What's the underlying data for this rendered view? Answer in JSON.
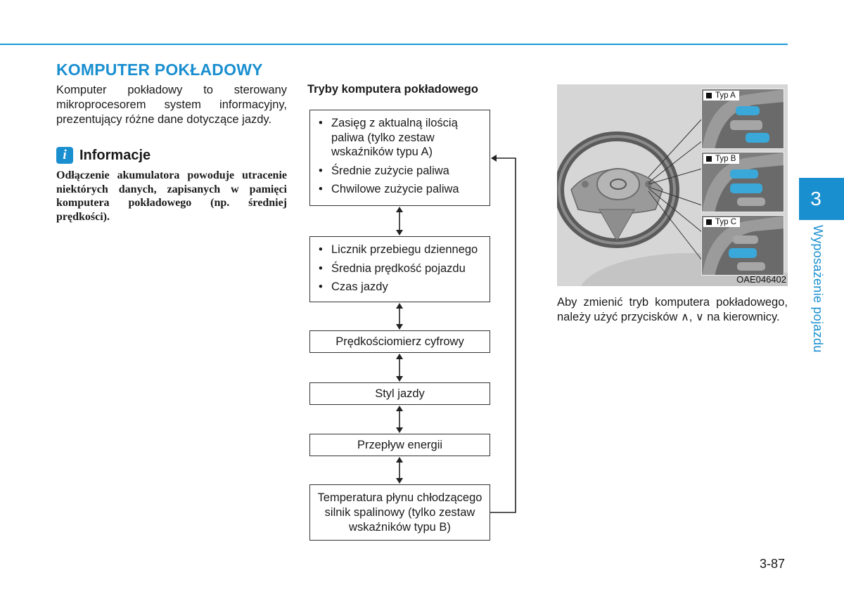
{
  "section": {
    "title": "KOMPUTER POKŁADOWY",
    "intro": "Komputer pokładowy to sterowany mikroprocesorem system informacyjny, prezentujący różne dane dotyczące jazdy."
  },
  "info": {
    "icon": "info-icon",
    "icon_glyph": "i",
    "title": "Informacje",
    "body": "Odłączenie akumulatora powoduje utracenie niektórych danych, zapisanych w pamięci komputera pokładowego (np. średniej prędkości)."
  },
  "flowchart": {
    "title": "Tryby komputera pokładowego",
    "box1": [
      "Zasięg z aktualną ilością paliwa (tylko zestaw wskaźników typu A)",
      "Średnie zużycie paliwa",
      "Chwilowe zużycie paliwa"
    ],
    "box2": [
      "Licznik przebiegu dziennego",
      "Średnia prędkość pojazdu",
      "Czas jazdy"
    ],
    "box3": "Prędkościomierz cyfrowy",
    "box4": "Styl jazdy",
    "box5": "Przepływ energii",
    "box6": "Temperatura płynu chłodzącego silnik spalinowy (tylko zestaw wskaźników typu B)"
  },
  "figure": {
    "callouts": [
      "Typ A",
      "Typ B",
      "Typ C"
    ],
    "code": "OAE046402"
  },
  "caption": {
    "text_before": "Aby zmienić tryb komputera pokładowego, należy użyć przycisków ",
    "up_symbol": "∧",
    "separator": ", ",
    "down_symbol": "∨",
    "text_after": " na kierownicy."
  },
  "chapter": {
    "number": "3",
    "name": "Wyposażenie pojazdu"
  },
  "page_number": "3-87",
  "colors": {
    "accent": "#1a8fd0",
    "button_highlight": "#3aa8d8"
  }
}
